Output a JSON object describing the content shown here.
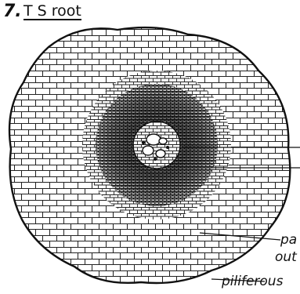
{
  "figure": {
    "number": "7.",
    "title": "T S root"
  },
  "labels": {
    "partial_1": "pa",
    "partial_2": "out",
    "piliferous": "piliferous"
  },
  "colors": {
    "ink": "#111111",
    "paper": "#ffffff"
  }
}
